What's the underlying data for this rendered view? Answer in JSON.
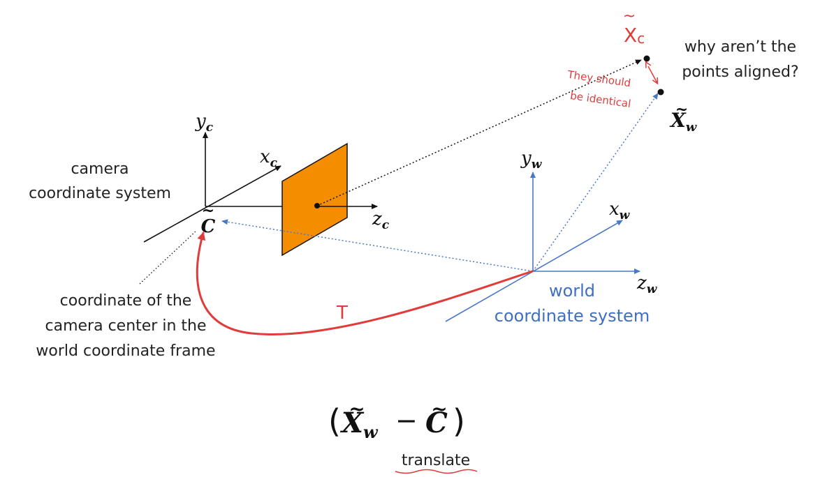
{
  "camera": {
    "y_axis": {
      "base": "y",
      "sub": "c"
    },
    "x_axis": {
      "base": "x",
      "sub": "c"
    },
    "z_axis": {
      "base": "z",
      "sub": "c"
    },
    "label_line1": "camera",
    "label_line2": "coordinate system",
    "center": {
      "tilde": "~",
      "symbol": "C"
    }
  },
  "world": {
    "y_axis": {
      "base": "y",
      "sub": "w"
    },
    "x_axis": {
      "base": "x",
      "sub": "w"
    },
    "z_axis": {
      "base": "z",
      "sub": "w"
    },
    "label_line1": "world",
    "label_line2": "coordinate system"
  },
  "points": {
    "xc": {
      "tilde": "~",
      "base": "X",
      "sub": "c"
    },
    "xw": {
      "tilde": "~",
      "base": "X",
      "sub": "w"
    }
  },
  "question_line1": "why aren’t the",
  "question_line2": "points aligned?",
  "annotation_line1": "They should",
  "annotation_line2": "be identical",
  "center_caption": {
    "line1": "coordinate of the",
    "line2": "camera center in the",
    "line3": "world coordinate frame"
  },
  "translation_symbol": "T",
  "formula": {
    "open": "(",
    "a_tilde": "~",
    "a_base": "X",
    "a_sub": "w",
    "minus": "−",
    "b_tilde": "~",
    "b_base": "C",
    "close": ")"
  },
  "formula_caption": "translate",
  "colors": {
    "black": "#111111",
    "blue": "#4a78c8",
    "red": "#e03c3c",
    "orange": "#f58d00"
  }
}
